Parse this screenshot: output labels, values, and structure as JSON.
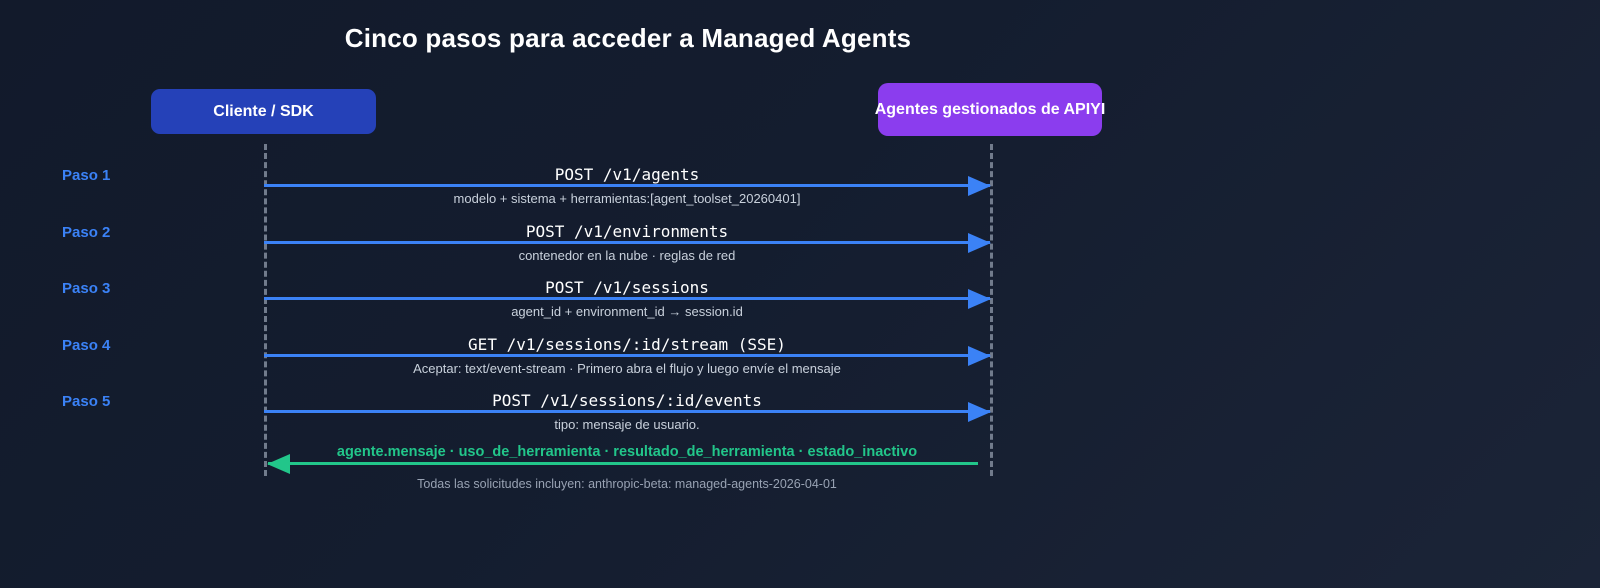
{
  "diagram": {
    "title": "Cinco pasos para acceder a Managed Agents",
    "background_color": "#131c2e",
    "accent_blue": "#3b82f6",
    "accent_green": "#22c68a",
    "accent_purple": "#8b3dee",
    "actor_left_color": "#2541b8",
    "lifeline_color": "#717b8c"
  },
  "actors": {
    "left": {
      "label": "Cliente / SDK"
    },
    "right": {
      "label": "Agentes gestionados de APIYI"
    }
  },
  "steps": [
    {
      "step_label": "Paso 1",
      "message": "POST /v1/agents",
      "detail": "modelo + sistema + herramientas:[agent_toolset_20260401]",
      "direction": "left-to-right"
    },
    {
      "step_label": "Paso 2",
      "message": "POST /v1/environments",
      "detail": "contenedor en la nube · reglas de red",
      "direction": "left-to-right"
    },
    {
      "step_label": "Paso 3",
      "message": "POST /v1/sessions",
      "detail": "agent_id + environment_id → session.id",
      "direction": "left-to-right"
    },
    {
      "step_label": "Paso 4",
      "message": "GET /v1/sessions/:id/stream (SSE)",
      "detail": "Aceptar: text/event-stream · Primero abra el flujo y luego envíe el mensaje",
      "direction": "left-to-right"
    },
    {
      "step_label": "Paso 5",
      "message": "POST /v1/sessions/:id/events",
      "detail": "tipo: mensaje de usuario.",
      "direction": "left-to-right"
    }
  ],
  "return_message": {
    "label": "agente.mensaje · uso_de_herramienta · resultado_de_herramienta · estado_inactivo",
    "direction": "right-to-left"
  },
  "footer": {
    "note": "Todas las solicitudes incluyen: anthropic-beta: managed-agents-2026-04-01"
  }
}
